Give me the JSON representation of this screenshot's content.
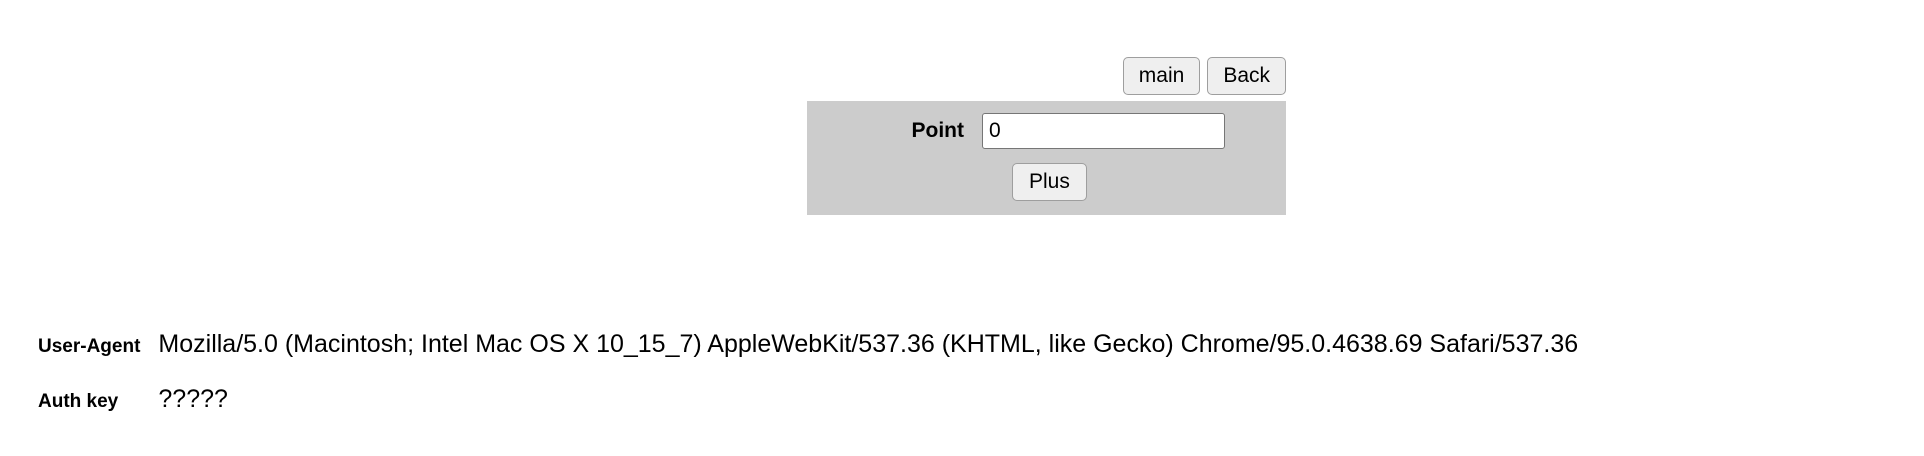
{
  "nav": {
    "buttons": [
      {
        "label": "main",
        "name": "main-button"
      },
      {
        "label": "Back",
        "name": "back-button"
      }
    ]
  },
  "form": {
    "point_label": "Point",
    "point_value": "0",
    "point_placeholder": "",
    "submit_label": "Plus"
  },
  "info": {
    "rows": [
      {
        "key": "User-Agent",
        "value": "Mozilla/5.0 (Macintosh; Intel Mac OS X 10_15_7) AppleWebKit/537.36 (KHTML, like Gecko) Chrome/95.0.4638.69 Safari/537.36"
      },
      {
        "key": "Auth key",
        "value": "?????"
      }
    ]
  },
  "colors": {
    "panel_bg": "#cccccc",
    "button_bg": "#efefef",
    "button_border": "#9e9e9e",
    "input_border": "#767676",
    "page_bg": "#ffffff",
    "text": "#000000"
  }
}
